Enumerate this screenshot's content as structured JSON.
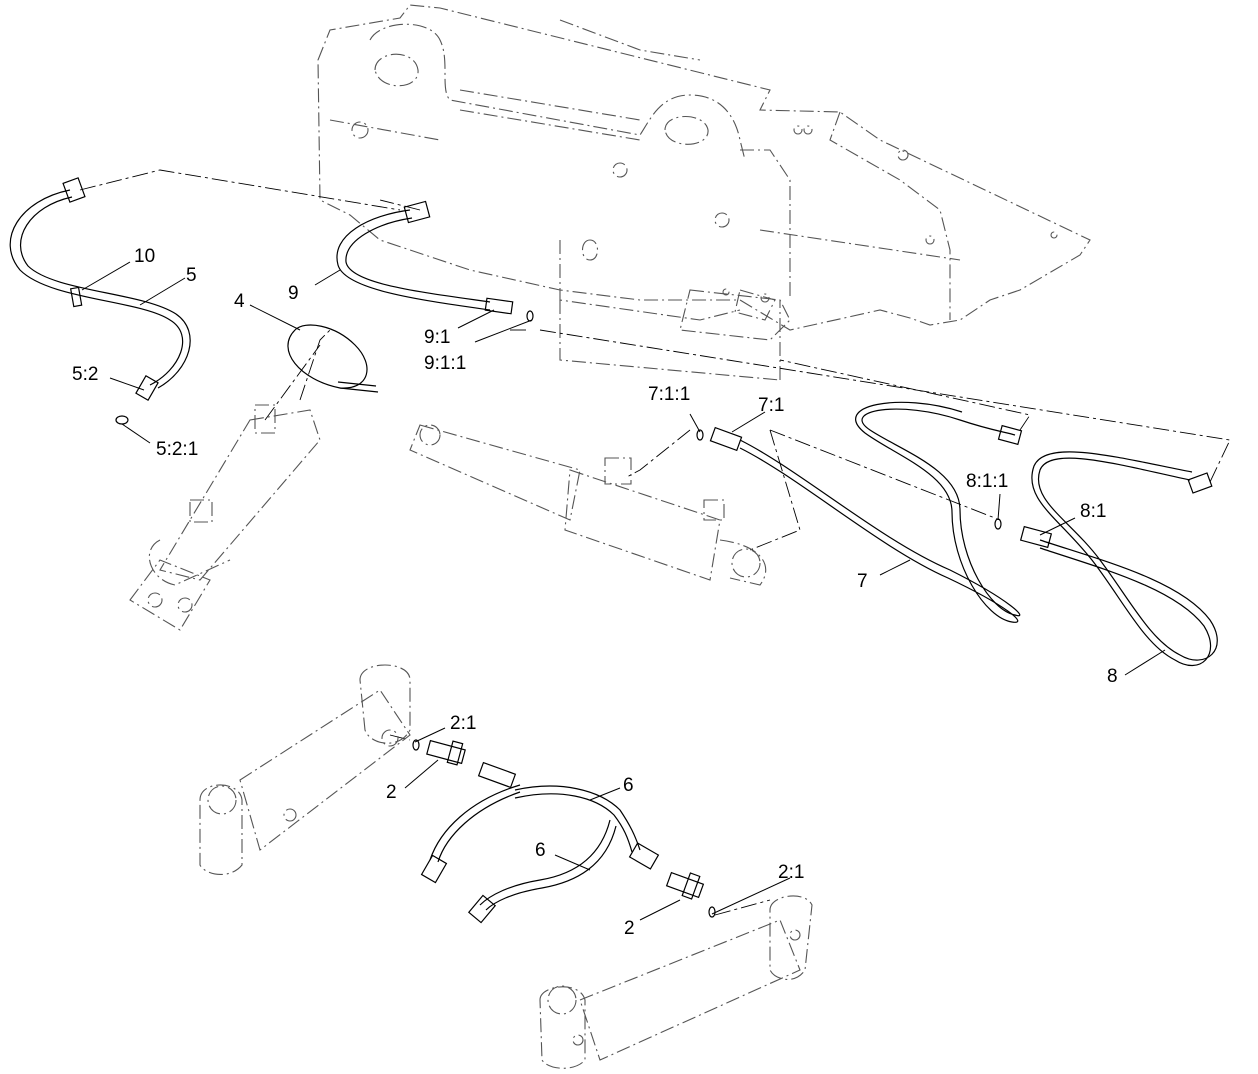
{
  "colors": {
    "line": "#000000",
    "ghost": "#555555",
    "background": "#ffffff"
  },
  "callouts": {
    "c10": "10",
    "c5": "5",
    "c4": "4",
    "c9": "9",
    "c9_1": "9:1",
    "c9_1_1": "9:1:1",
    "c5_2": "5:2",
    "c5_2_1": "5:2:1",
    "c7_1_1": "7:1:1",
    "c7_1": "7:1",
    "c8_1_1": "8:1:1",
    "c8_1": "8:1",
    "c7": "7",
    "c8": "8",
    "c2_1_top": "2:1",
    "c2_top": "2",
    "c6_top": "6",
    "c6_bottom": "6",
    "c2_1_bottom": "2:1",
    "c2_bottom": "2"
  }
}
